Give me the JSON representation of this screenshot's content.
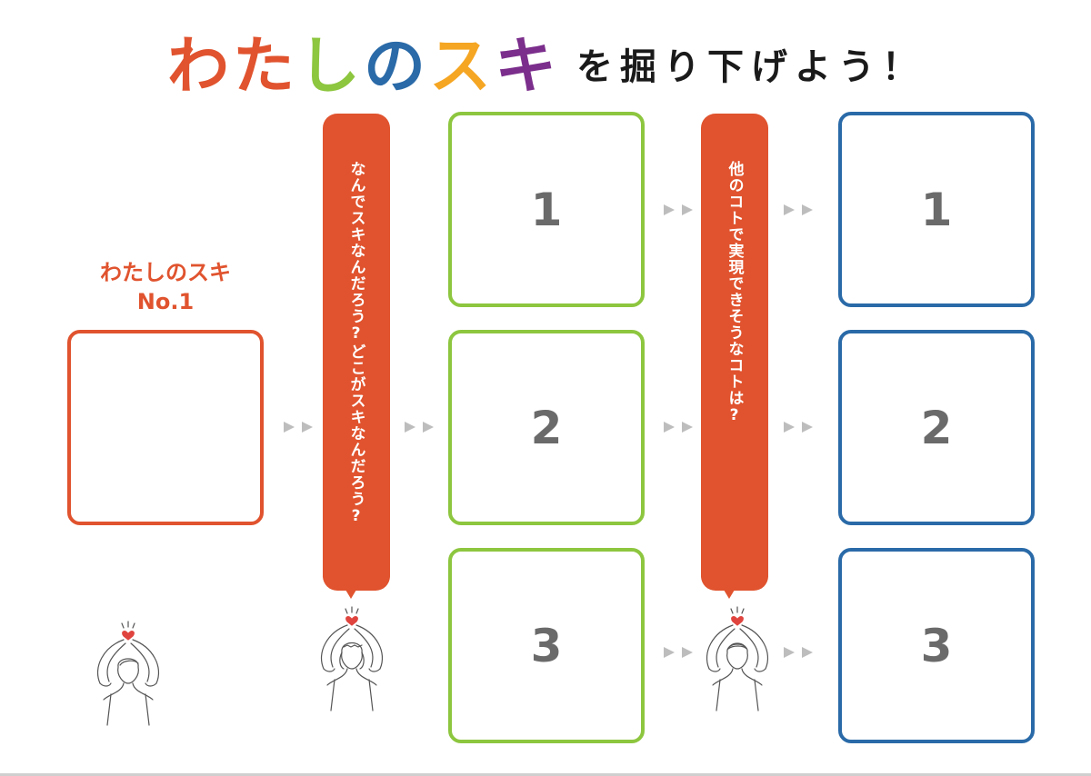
{
  "title": {
    "main_chars": [
      {
        "text": "わ",
        "color": "#e0532e"
      },
      {
        "text": "た",
        "color": "#e0532e"
      },
      {
        "text": "し",
        "color": "#8dc63f"
      },
      {
        "text": "の",
        "color": "#2a6aa8"
      },
      {
        "text": "ス",
        "color": "#f5a623"
      },
      {
        "text": "キ",
        "color": "#7b2e8c"
      }
    ],
    "subtitle": "を掘り下げよう！"
  },
  "favorite_label": {
    "line1": "わたしのスキ",
    "line2": "No.1"
  },
  "bubbles": {
    "why": "なんでスキなんだろう?どこがスキなんだろう?",
    "other": "他のコトで実現できそうなコトは?"
  },
  "reasons": [
    "1",
    "2",
    "3"
  ],
  "applications": [
    "1",
    "2",
    "3"
  ],
  "colors": {
    "accent_red": "#e0532e",
    "green": "#8dc63f",
    "blue": "#2a6aa8",
    "orange": "#f5a623",
    "purple": "#7b2e8c",
    "arrow_gray": "#bdbdbd",
    "number_gray": "#6a6a6a"
  },
  "icons": {
    "arrow": "double-triangle-right-icon",
    "figure": "heart-hands-person-icon"
  }
}
